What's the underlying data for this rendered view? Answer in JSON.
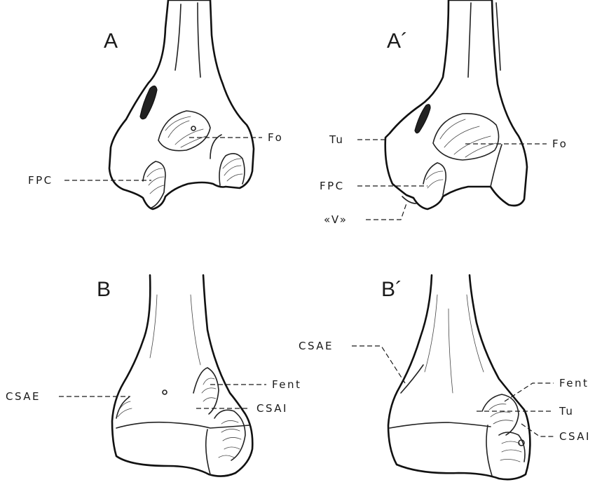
{
  "panels": {
    "A": {
      "letter": "A",
      "labels": {
        "fo": "Fo",
        "fpc": "FPC"
      }
    },
    "A_prime": {
      "letter": "A´",
      "labels": {
        "tu": "Tu",
        "fo": "Fo",
        "fpc": "FPC",
        "v": "«V»"
      }
    },
    "B": {
      "letter": "B",
      "labels": {
        "csae": "CSAE",
        "fent": "Fent",
        "csai": "CSAI"
      }
    },
    "B_prime": {
      "letter": "B´",
      "labels": {
        "csae": "CSAE",
        "fent": "Fent",
        "tu": "Tu",
        "csai": "CSAI"
      }
    }
  }
}
